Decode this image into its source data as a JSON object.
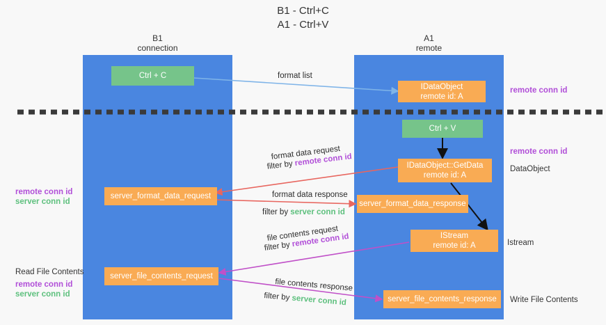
{
  "page": {
    "title_lines": [
      "B1 - Ctrl+C",
      "A1 - Ctrl+V"
    ],
    "bg_color": "#f8f8f8"
  },
  "colors": {
    "lane": "#4a86e0",
    "green_box": "#76c48a",
    "orange_box": "#f9ab54",
    "purple_text": "#b14fd8",
    "green_text": "#5ec07e",
    "blue_arrow": "#7fb4e8",
    "red_arrow": "#e8665f",
    "magenta_arrow": "#c050c8",
    "black_arrow": "#000000",
    "divider": "#3a3a3a"
  },
  "columns": [
    {
      "name": "b1",
      "line1": "B1",
      "line2": "connection"
    },
    {
      "name": "a1",
      "line1": "A1",
      "line2": "remote"
    }
  ],
  "nodes": [
    {
      "id": "ctrl-c",
      "style": "green",
      "text": "Ctrl + C"
    },
    {
      "id": "idataobject",
      "style": "orange",
      "text": "IDataObject\nremote id: A"
    },
    {
      "id": "ctrl-v",
      "style": "green",
      "text": "Ctrl + V"
    },
    {
      "id": "getdata",
      "style": "orange",
      "text": "IDataObject::GetData\nremote id: A"
    },
    {
      "id": "fmt-req",
      "style": "orange",
      "text": "server_format_data_request"
    },
    {
      "id": "fmt-resp",
      "style": "orange",
      "text": "server_format_data_response"
    },
    {
      "id": "istream",
      "style": "orange",
      "text": "IStream\nremote id: A"
    },
    {
      "id": "file-req",
      "style": "orange",
      "text": "server_file_contents_request"
    },
    {
      "id": "file-resp",
      "style": "orange",
      "text": "server_file_contents_response"
    }
  ],
  "right_labels": [
    {
      "id": "right-remote-conn-id-1",
      "text": "remote conn id",
      "color": "purple"
    },
    {
      "id": "right-remote-conn-id-2",
      "text": "remote conn id",
      "color": "purple"
    },
    {
      "id": "right-dataobject",
      "text": "DataObject",
      "color": "dark"
    },
    {
      "id": "right-istream",
      "text": "Istream",
      "color": "dark"
    },
    {
      "id": "right-write-file",
      "text": "Write File Contents",
      "color": "dark"
    }
  ],
  "left_labels": [
    {
      "id": "left-remote-conn-id",
      "text": "remote conn id",
      "color": "purple"
    },
    {
      "id": "left-server-conn-id",
      "text": "server conn id",
      "color": "green"
    },
    {
      "id": "left-read-file",
      "text": "Read File Contents",
      "color": "dark"
    },
    {
      "id": "left-remote-conn-id-2",
      "text": "remote conn id",
      "color": "purple"
    },
    {
      "id": "left-server-conn-id-2",
      "text": "server conn id",
      "color": "green"
    }
  ],
  "arrow_labels": {
    "format_list": "format list",
    "format_data_request": "format data request",
    "format_data_request_filter_prefix": "filter by ",
    "format_data_request_filter_value": "remote conn id",
    "format_data_response": "format data response",
    "format_data_response_filter_prefix": "filter by ",
    "format_data_response_filter_value": "server conn id",
    "file_contents_request": "file contents request",
    "file_contents_request_filter_prefix": "filter by ",
    "file_contents_request_filter_value": "remote conn id",
    "file_contents_response": "file contents response",
    "file_contents_response_filter_prefix": "filter by ",
    "file_contents_response_filter_value": "server conn id"
  }
}
